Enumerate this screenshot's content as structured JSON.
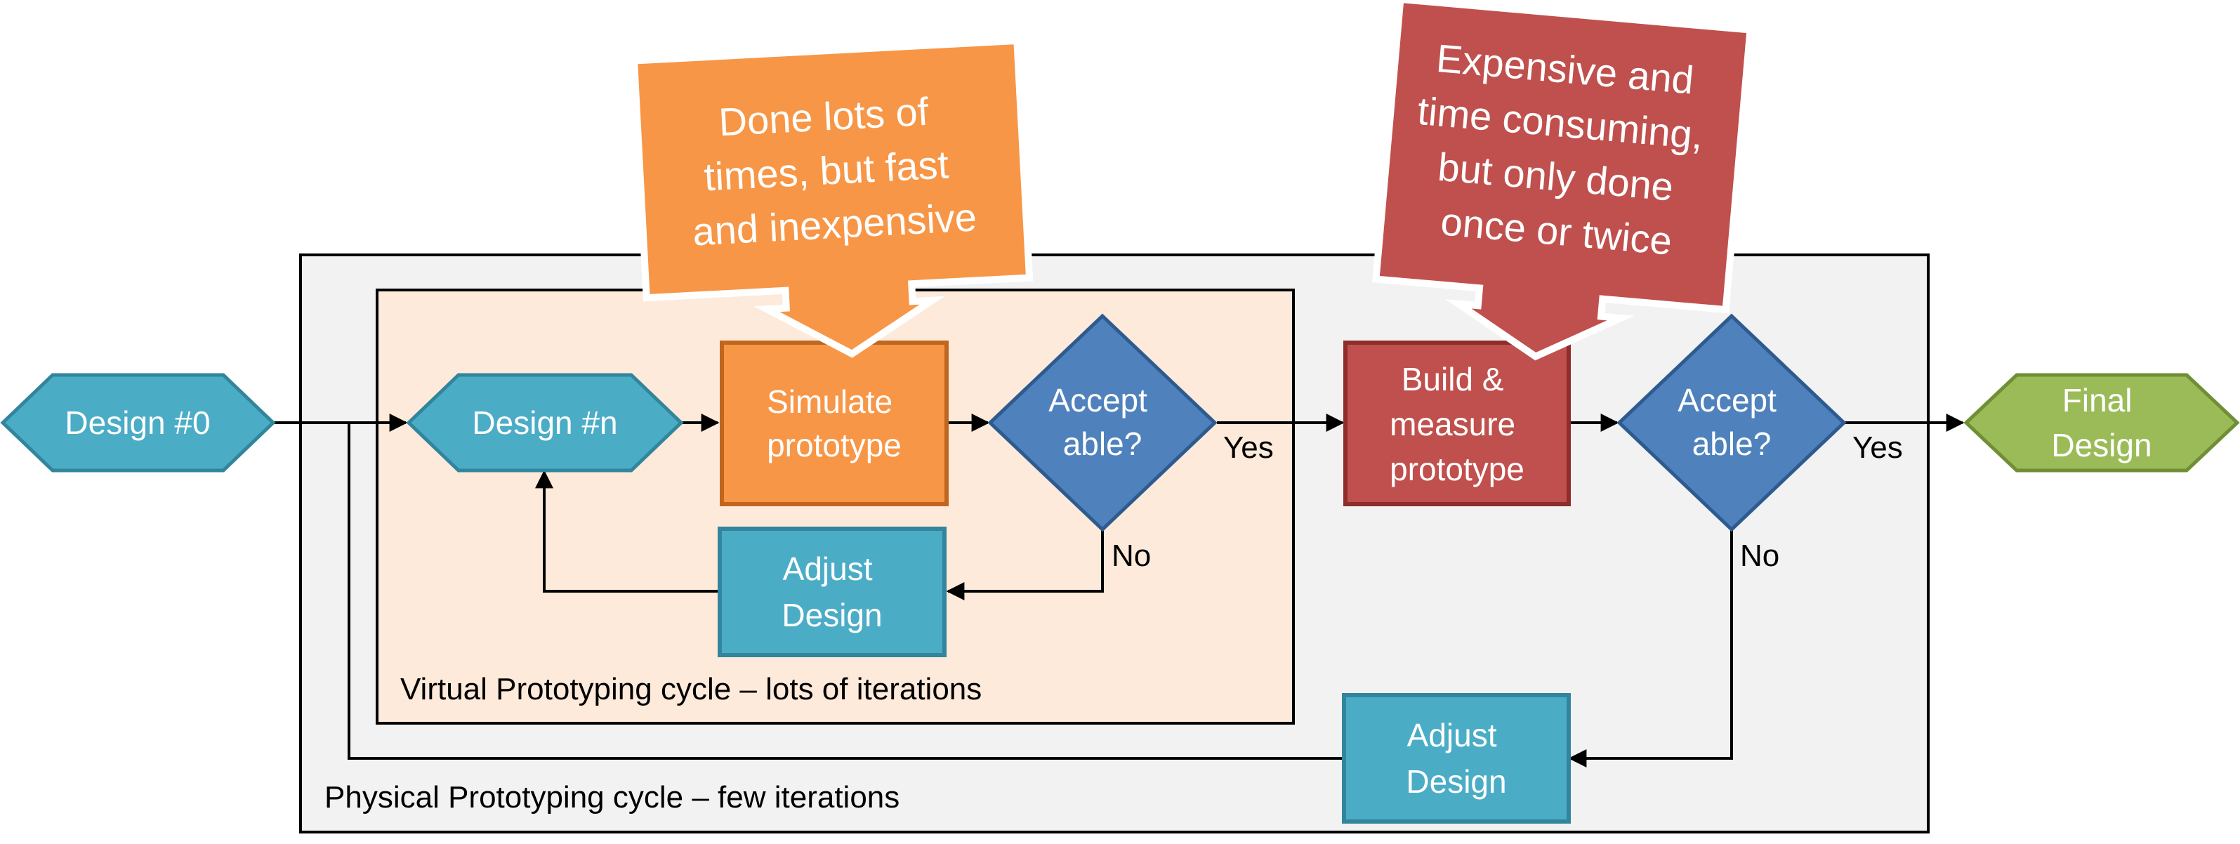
{
  "colors": {
    "hex_teal": "#4BACC6",
    "hex_teal_border": "#31859C",
    "orange": "#F79646",
    "orange_border": "#C0661E",
    "diamond_blue": "#4F81BD",
    "diamond_border": "#2E5B8F",
    "red": "#C0504D",
    "red_border": "#8E2D2B",
    "green": "#9BBB59",
    "green_border": "#6F8F34",
    "physical_bg": "#F2F2F2",
    "virtual_bg": "#FDEADA",
    "adjust_bg": "#4BACC6"
  },
  "nodes": {
    "design0": "Design #0",
    "designN": "Design #n",
    "simulate": [
      "Simulate",
      "prototype"
    ],
    "accept1": [
      "Accept",
      "able?"
    ],
    "adjust1": [
      "Adjust",
      "Design"
    ],
    "build": [
      "Build &",
      "measure",
      "prototype"
    ],
    "accept2": [
      "Accept",
      "able?"
    ],
    "adjust2": [
      "Adjust",
      "Design"
    ],
    "final": [
      "Final",
      "Design"
    ]
  },
  "edges": {
    "yes1": "Yes",
    "no1": "No",
    "yes2": "Yes",
    "no2": "No"
  },
  "cycles": {
    "virtual": "Virtual Prototyping cycle – lots of iterations",
    "physical": "Physical Prototyping cycle – few iterations"
  },
  "callouts": {
    "fast": [
      "Done lots of",
      "times, but fast",
      "and inexpensive"
    ],
    "expensive": [
      "Expensive and",
      "time consuming,",
      "but only done",
      "once or twice"
    ]
  }
}
